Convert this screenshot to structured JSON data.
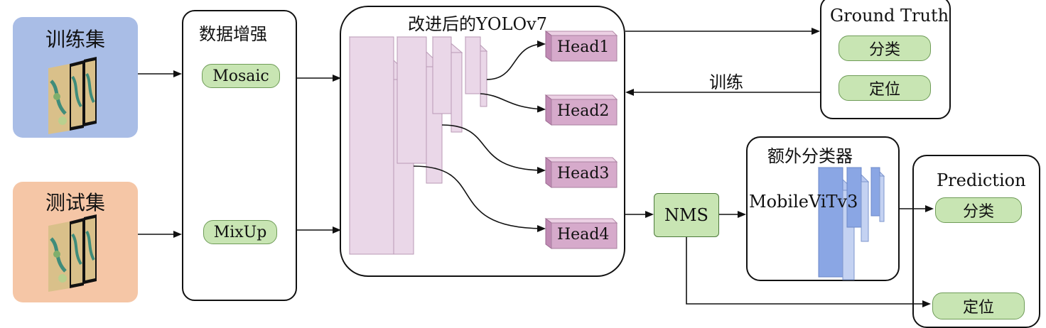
{
  "datasets": {
    "train_label": "训练集",
    "test_label": "测试集"
  },
  "augmentation": {
    "title": "数据增强",
    "mosaic": "Mosaic",
    "mixup": "MixUp"
  },
  "yolo": {
    "title": "改进后的YOLOv7",
    "heads": [
      "Head1",
      "Head2",
      "Head3",
      "Head4"
    ]
  },
  "ground_truth": {
    "title": "Ground Truth",
    "classification": "分类",
    "localization": "定位"
  },
  "training_label": "训练",
  "nms_label": "NMS",
  "classifier": {
    "title": "额外分类器",
    "model": "MobileViTv3"
  },
  "prediction": {
    "title": "Prediction",
    "classification": "分类",
    "localization": "定位"
  },
  "colors": {
    "train_bg": "#a9bde6",
    "test_bg": "#f5c6a6",
    "pill_green": "#c8e5b3",
    "yolo_layer": "#ead7e8",
    "head_block": "#d6aacb",
    "vit_layer": "#8aa6e4"
  }
}
